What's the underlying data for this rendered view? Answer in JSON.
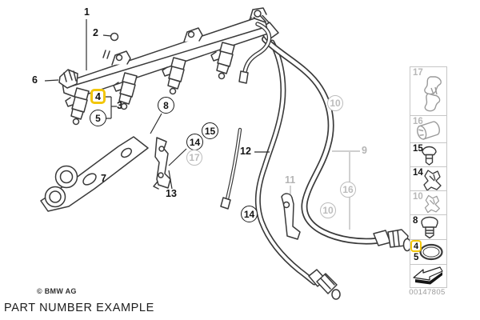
{
  "page": {
    "caption": "PART NUMBER EXAMPLE",
    "copyright": "© BMW AG",
    "drawing_number": "00147805"
  },
  "colors": {
    "highlight": "#F2C60A",
    "line_art": "#3a3a3a",
    "muted_label": "#b4b4b4"
  },
  "diagram": {
    "description": "Fuel injection valve / fuel pipe exploded parts diagram",
    "callouts": [
      {
        "text": "1",
        "kind": "plain"
      },
      {
        "text": "2",
        "kind": "plain"
      },
      {
        "text": "3",
        "kind": "plain"
      },
      {
        "text": "4",
        "kind": "highlighted"
      },
      {
        "text": "5",
        "kind": "circled"
      },
      {
        "text": "6",
        "kind": "plain"
      },
      {
        "text": "7",
        "kind": "plain"
      },
      {
        "text": "8",
        "kind": "circled"
      },
      {
        "text": "9",
        "kind": "plain-grey"
      },
      {
        "text": "10",
        "kind": "circled-grey"
      },
      {
        "text": "10",
        "kind": "circled-grey"
      },
      {
        "text": "11",
        "kind": "plain-grey"
      },
      {
        "text": "12",
        "kind": "plain"
      },
      {
        "text": "13",
        "kind": "plain"
      },
      {
        "text": "14",
        "kind": "circled"
      },
      {
        "text": "14",
        "kind": "circled"
      },
      {
        "text": "15",
        "kind": "circled"
      },
      {
        "text": "16",
        "kind": "circled-grey"
      },
      {
        "text": "17",
        "kind": "circled-grey"
      }
    ]
  },
  "sidebar": {
    "cells": [
      {
        "label": "17",
        "tone": "grey",
        "part": "spring-clip"
      },
      {
        "label": "16",
        "tone": "grey",
        "part": "sleeve"
      },
      {
        "label": "15",
        "tone": "black",
        "part": "plug"
      },
      {
        "label": "14",
        "tone": "black",
        "part": "clip"
      },
      {
        "label": "10",
        "tone": "grey",
        "part": "clip"
      },
      {
        "label": "8",
        "tone": "black",
        "part": "screw"
      },
      {
        "label": "4",
        "tone": "highlighted",
        "part": "o-ring",
        "label_secondary": "5"
      },
      {
        "label": "",
        "tone": "none",
        "part": "page-arrow"
      }
    ]
  }
}
